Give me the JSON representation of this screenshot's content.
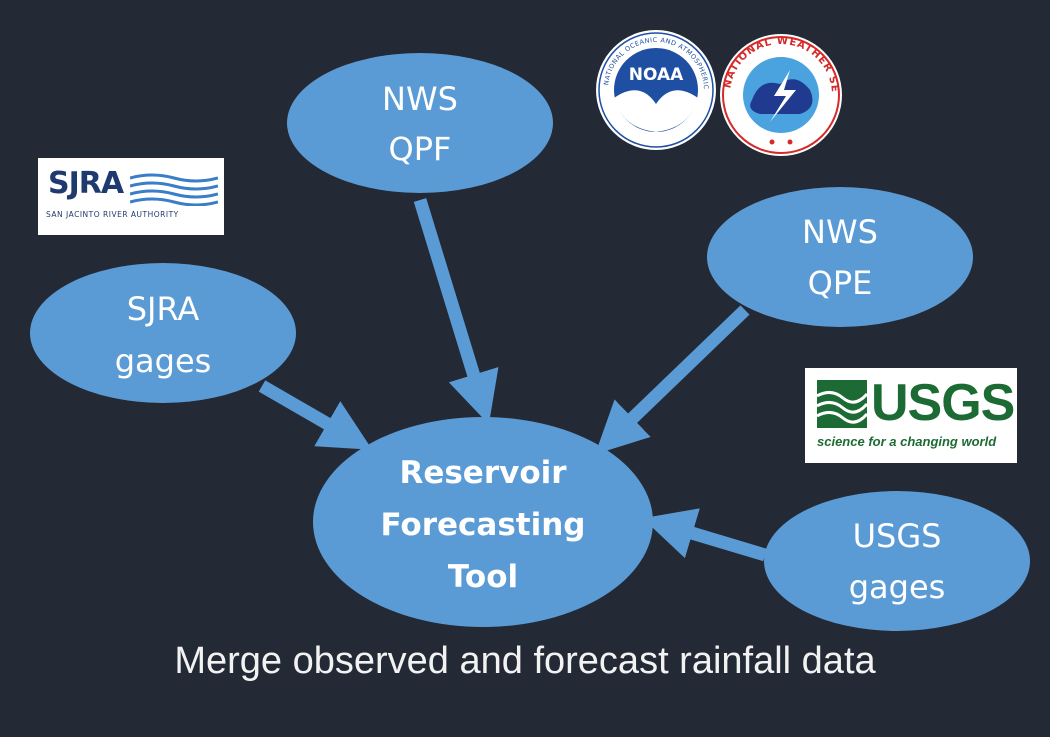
{
  "diagram": {
    "nodes": {
      "nws_qpf": {
        "line1": "NWS",
        "line2": "QPF"
      },
      "nws_qpe": {
        "line1": "NWS",
        "line2": "QPE"
      },
      "sjra_gages": {
        "line1": "SJRA",
        "line2": "gages"
      },
      "usgs_gages": {
        "line1": "USGS",
        "line2": "gages"
      },
      "center": {
        "line1": "Reservoir",
        "line2": "Forecasting",
        "line3": "Tool"
      }
    },
    "edges": [
      {
        "from": "nws_qpf",
        "to": "center"
      },
      {
        "from": "nws_qpe",
        "to": "center"
      },
      {
        "from": "sjra_gages",
        "to": "center"
      },
      {
        "from": "usgs_gages",
        "to": "center"
      }
    ],
    "caption": "Merge observed and forecast rainfall data"
  },
  "logos": {
    "sjra": {
      "name": "SJRA",
      "subtitle": "SAN JACINTO RIVER AUTHORITY"
    },
    "noaa": {
      "name": "NOAA",
      "ring_text": "NATIONAL OCEANIC AND ATMOSPHERIC ADMINISTRATION"
    },
    "nws": {
      "ring_text": "NATIONAL WEATHER SERVICE"
    },
    "usgs": {
      "name": "USGS",
      "tagline": "science for a changing world"
    }
  },
  "colors": {
    "background": "#232935",
    "node_fill": "#5b9bd5",
    "arrow": "#5b9bd5",
    "usgs_green": "#1d6b34",
    "sjra_navy": "#1f3a6e",
    "noaa_blue": "#1f4fa3",
    "nws_red": "#d62a2a"
  }
}
